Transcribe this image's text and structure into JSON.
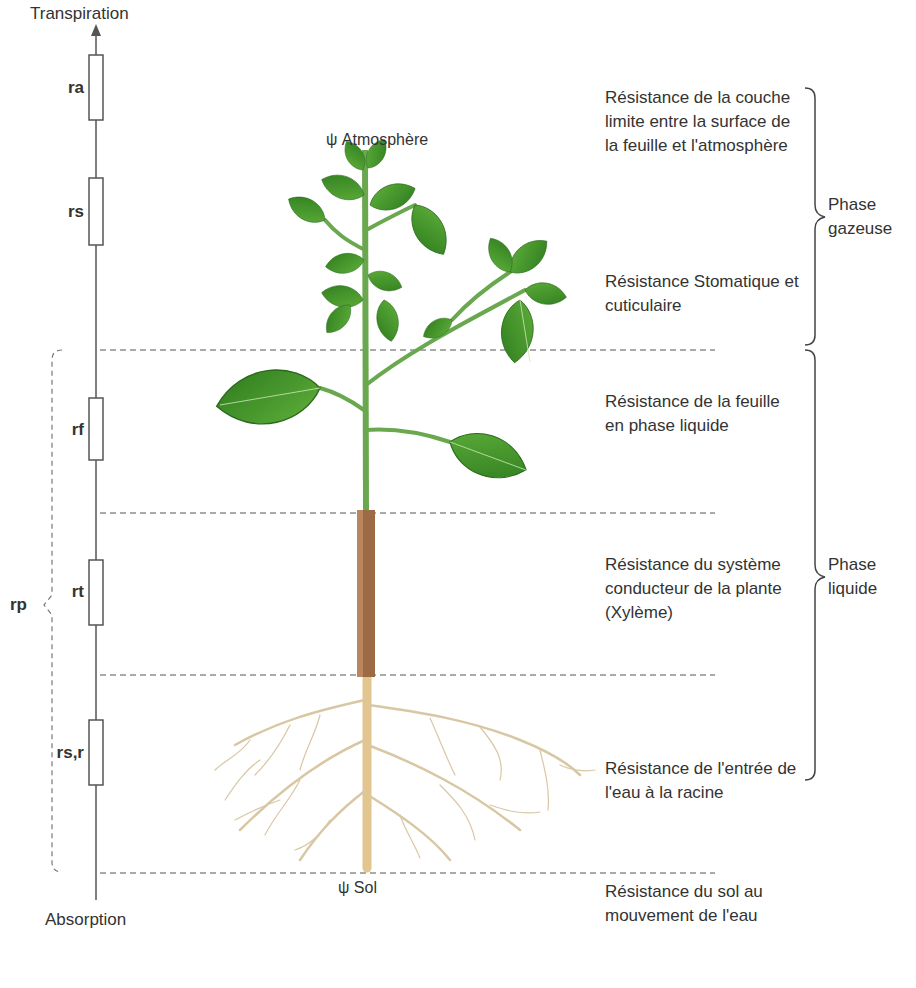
{
  "diagram": {
    "labels": [
      "Transpiration",
      "ra",
      "rs",
      "rf",
      "rt",
      "rs,r",
      "rp",
      "Absorption",
      "ψ Atmosphère",
      "ψ Sol",
      "Résistance de la couche limite entre la surface de la feuille et l'atmosphère",
      "Résistance Stomatique et cuticulaire",
      "Résistance de la feuille en phase liquide",
      "Résistance du système conducteur de la plante (Xylème)",
      "Résistance de l'entrée de l'eau à la racine",
      "Résistance du sol au mouvement de l'eau",
      "Phase gazeuse",
      "Phase liquide"
    ]
  }
}
